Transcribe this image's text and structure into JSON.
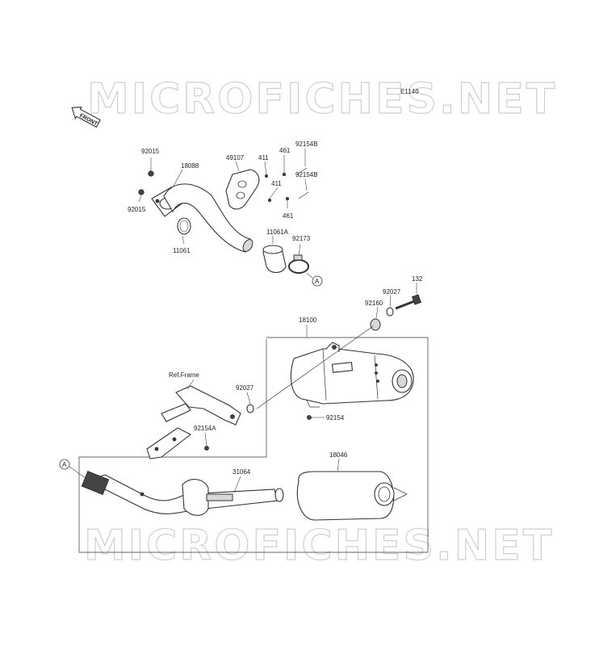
{
  "watermark": "MICROFICHES.NET",
  "diagram_code": "E1140",
  "front_label": "FRONT",
  "ref_frame": "Ref.Frame",
  "callout": "A",
  "parts": {
    "p92015_top": "92015",
    "p92015_bot": "92015",
    "p18088": "18088",
    "p11061": "11061",
    "p49107": "49107",
    "p411_a": "411",
    "p461_a": "461",
    "p92154B_a": "92154B",
    "p92154B_b": "92154B",
    "p411_b": "411",
    "p461_b": "461",
    "p11061A": "11061A",
    "p92173": "92173",
    "p132": "132",
    "p92027_top": "92027",
    "p92160": "92160",
    "p18100": "18100",
    "p92027_mid": "92027",
    "p92154": "92154",
    "p92154A": "92154A",
    "p31064": "31064",
    "p18046": "18046"
  }
}
